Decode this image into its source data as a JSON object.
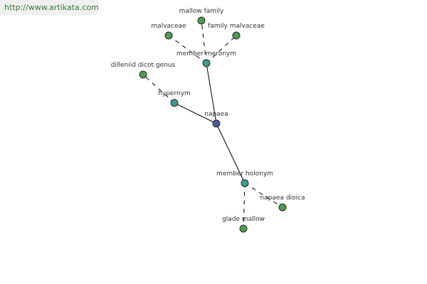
{
  "source_url": "http://www.artikata.com",
  "colors": {
    "center": "#4a5a9a",
    "relation": "#3f9a94",
    "term": "#4f9a4f",
    "outline": "#2b2b2b",
    "edge": "#000000"
  },
  "nodes": [
    {
      "id": "napaea",
      "label": "napaea",
      "kind": "center"
    },
    {
      "id": "member-meronym",
      "label": "member meronym",
      "kind": "relation"
    },
    {
      "id": "hypernym",
      "label": "hypernym",
      "kind": "relation"
    },
    {
      "id": "member-holonym",
      "label": "member holonym",
      "kind": "relation"
    },
    {
      "id": "mallow-family",
      "label": "mallow family",
      "kind": "term"
    },
    {
      "id": "malvaceae",
      "label": "malvaceae",
      "kind": "term"
    },
    {
      "id": "family-malvaceae",
      "label": "family malvaceae",
      "kind": "term"
    },
    {
      "id": "dilleniid-dicot-genus",
      "label": "dilleniid dicot genus",
      "kind": "term"
    },
    {
      "id": "napaea-dioica",
      "label": "napaea dioica",
      "kind": "term"
    },
    {
      "id": "glade-mallow",
      "label": "glade mallow",
      "kind": "term"
    }
  ],
  "edges": [
    {
      "from": "napaea",
      "to": "member-meronym",
      "style": "solid"
    },
    {
      "from": "napaea",
      "to": "hypernym",
      "style": "solid"
    },
    {
      "from": "napaea",
      "to": "member-holonym",
      "style": "solid"
    },
    {
      "from": "member-meronym",
      "to": "mallow-family",
      "style": "dashed"
    },
    {
      "from": "member-meronym",
      "to": "malvaceae",
      "style": "dashed"
    },
    {
      "from": "member-meronym",
      "to": "family-malvaceae",
      "style": "dashed"
    },
    {
      "from": "hypernym",
      "to": "dilleniid-dicot-genus",
      "style": "dashed"
    },
    {
      "from": "member-holonym",
      "to": "napaea-dioica",
      "style": "dashed"
    },
    {
      "from": "member-holonym",
      "to": "glade-mallow",
      "style": "dashed"
    }
  ]
}
